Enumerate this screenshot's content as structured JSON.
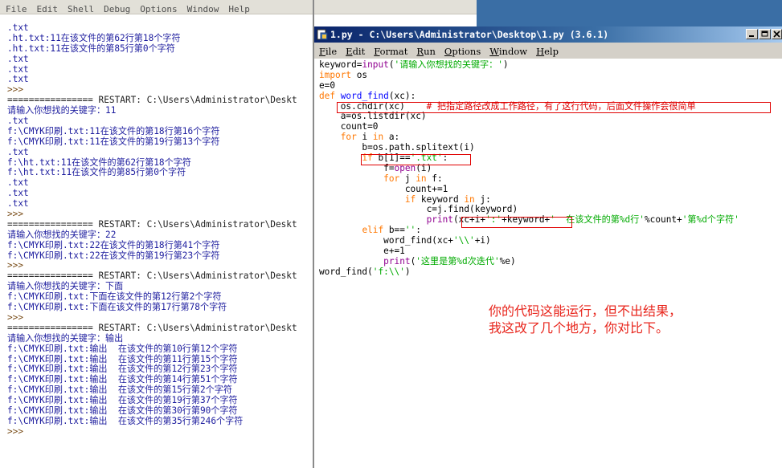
{
  "shell": {
    "menu": [
      "File",
      "Edit",
      "Shell",
      "Debug",
      "Options",
      "Window",
      "Help"
    ],
    "lines": [
      {
        "text": ".txt",
        "kind": "out"
      },
      {
        "text": ".ht.txt:11在该文件的第62行第18个字符",
        "kind": "out"
      },
      {
        "text": ".ht.txt:11在该文件的第85行第0个字符",
        "kind": "out"
      },
      {
        "text": ".txt",
        "kind": "out"
      },
      {
        "text": ".txt",
        "kind": "out"
      },
      {
        "text": ".txt",
        "kind": "out"
      },
      {
        "text": ">>>",
        "kind": "prompt"
      },
      {
        "text": "================ RESTART: C:\\Users\\Administrator\\Deskt",
        "kind": "restart"
      },
      {
        "text": "请输入你想找的关键字：11",
        "kind": "out"
      },
      {
        "text": ".txt",
        "kind": "out"
      },
      {
        "text": "f:\\CMYK印刷.txt:11在该文件的第18行第16个字符",
        "kind": "out"
      },
      {
        "text": "f:\\CMYK印刷.txt:11在该文件的第19行第13个字符",
        "kind": "out"
      },
      {
        "text": ".txt",
        "kind": "out"
      },
      {
        "text": "f:\\ht.txt:11在该文件的第62行第18个字符",
        "kind": "out"
      },
      {
        "text": "f:\\ht.txt:11在该文件的第85行第0个字符",
        "kind": "out"
      },
      {
        "text": ".txt",
        "kind": "out"
      },
      {
        "text": ".txt",
        "kind": "out"
      },
      {
        "text": ".txt",
        "kind": "out"
      },
      {
        "text": ">>>",
        "kind": "prompt"
      },
      {
        "text": "================ RESTART: C:\\Users\\Administrator\\Deskt",
        "kind": "restart"
      },
      {
        "text": "请输入你想找的关键字：22",
        "kind": "out"
      },
      {
        "text": "f:\\CMYK印刷.txt:22在该文件的第18行第41个字符",
        "kind": "out"
      },
      {
        "text": "f:\\CMYK印刷.txt:22在该文件的第19行第23个字符",
        "kind": "out"
      },
      {
        "text": ">>>",
        "kind": "prompt"
      },
      {
        "text": "================ RESTART: C:\\Users\\Administrator\\Deskt",
        "kind": "restart"
      },
      {
        "text": "请输入你想找的关键字：下面",
        "kind": "out"
      },
      {
        "text": "f:\\CMYK印刷.txt:下面在该文件的第12行第2个字符",
        "kind": "out"
      },
      {
        "text": "f:\\CMYK印刷.txt:下面在该文件的第17行第78个字符",
        "kind": "out"
      },
      {
        "text": ">>>",
        "kind": "prompt"
      },
      {
        "text": "================ RESTART: C:\\Users\\Administrator\\Deskt",
        "kind": "restart"
      },
      {
        "text": "请输入你想找的关键字：输出",
        "kind": "out"
      },
      {
        "text": "f:\\CMYK印刷.txt:输出  在该文件的第10行第12个字符",
        "kind": "out"
      },
      {
        "text": "f:\\CMYK印刷.txt:输出  在该文件的第11行第15个字符",
        "kind": "out"
      },
      {
        "text": "f:\\CMYK印刷.txt:输出  在该文件的第12行第23个字符",
        "kind": "out"
      },
      {
        "text": "f:\\CMYK印刷.txt:输出  在该文件的第14行第51个字符",
        "kind": "out"
      },
      {
        "text": "f:\\CMYK印刷.txt:输出  在该文件的第15行第2个字符",
        "kind": "out"
      },
      {
        "text": "f:\\CMYK印刷.txt:输出  在该文件的第19行第37个字符",
        "kind": "out"
      },
      {
        "text": "f:\\CMYK印刷.txt:输出  在该文件的第30行第90个字符",
        "kind": "out"
      },
      {
        "text": "f:\\CMYK印刷.txt:输出  在该文件的第35行第246个字符",
        "kind": "out"
      },
      {
        "text": ">>>",
        "kind": "prompt"
      }
    ]
  },
  "editor": {
    "title": "1.py - C:\\Users\\Administrator\\Desktop\\1.py (3.6.1)",
    "menu": [
      "File",
      "Edit",
      "Format",
      "Run",
      "Options",
      "Window",
      "Help"
    ],
    "code_lines": [
      [
        {
          "t": "keyword=",
          "c": ""
        },
        {
          "t": "input",
          "c": "bi"
        },
        {
          "t": "(",
          "c": ""
        },
        {
          "t": "'请输入你想找的关键字：'",
          "c": "st"
        },
        {
          "t": ")",
          "c": ""
        }
      ],
      [
        {
          "t": "import",
          "c": "kw"
        },
        {
          "t": " os",
          "c": ""
        }
      ],
      [
        {
          "t": "e=0",
          "c": ""
        }
      ],
      [
        {
          "t": "def",
          "c": "kw"
        },
        {
          "t": " ",
          "c": ""
        },
        {
          "t": "word_find",
          "c": "fn"
        },
        {
          "t": "(xc):",
          "c": ""
        }
      ],
      [
        {
          "t": "    os.chdir(xc)    ",
          "c": ""
        },
        {
          "t": "# 把指定路径改成工作路径，有了这行代码，后面文件操作会很简单",
          "c": "cm"
        }
      ],
      [
        {
          "t": "    a=os.listdir(xc)",
          "c": ""
        }
      ],
      [
        {
          "t": "    count=0",
          "c": ""
        }
      ],
      [
        {
          "t": "    ",
          "c": ""
        },
        {
          "t": "for",
          "c": "kw"
        },
        {
          "t": " i ",
          "c": ""
        },
        {
          "t": "in",
          "c": "kw"
        },
        {
          "t": " a:",
          "c": ""
        }
      ],
      [
        {
          "t": "        b=os.path.splitext(i)",
          "c": ""
        }
      ],
      [
        {
          "t": "        ",
          "c": ""
        },
        {
          "t": "if",
          "c": "kw"
        },
        {
          "t": " b[1]==",
          "c": ""
        },
        {
          "t": "'.txt'",
          "c": "st"
        },
        {
          "t": ":",
          "c": ""
        }
      ],
      [
        {
          "t": "            f=",
          "c": ""
        },
        {
          "t": "open",
          "c": "bi"
        },
        {
          "t": "(i)",
          "c": ""
        }
      ],
      [
        {
          "t": "            ",
          "c": ""
        },
        {
          "t": "for",
          "c": "kw"
        },
        {
          "t": " j ",
          "c": ""
        },
        {
          "t": "in",
          "c": "kw"
        },
        {
          "t": " f:",
          "c": ""
        }
      ],
      [
        {
          "t": "                count+=1",
          "c": ""
        }
      ],
      [
        {
          "t": "                ",
          "c": ""
        },
        {
          "t": "if",
          "c": "kw"
        },
        {
          "t": " keyword ",
          "c": ""
        },
        {
          "t": "in",
          "c": "kw"
        },
        {
          "t": " j:",
          "c": ""
        }
      ],
      [
        {
          "t": "                    c=j.find(keyword)",
          "c": ""
        }
      ],
      [
        {
          "t": "                    ",
          "c": ""
        },
        {
          "t": "print",
          "c": "bi"
        },
        {
          "t": "(xc+i+",
          "c": ""
        },
        {
          "t": "':'",
          "c": "st"
        },
        {
          "t": "+keyword+",
          "c": ""
        },
        {
          "t": "'  在该文件的第%d行'",
          "c": "st"
        },
        {
          "t": "%count+",
          "c": ""
        },
        {
          "t": "'第%d个字符'",
          "c": "st"
        }
      ],
      [
        {
          "t": "        ",
          "c": ""
        },
        {
          "t": "elif",
          "c": "kw"
        },
        {
          "t": " b==",
          "c": ""
        },
        {
          "t": "''",
          "c": "st"
        },
        {
          "t": ":",
          "c": ""
        }
      ],
      [
        {
          "t": "            word_find(xc+",
          "c": ""
        },
        {
          "t": "'\\\\'",
          "c": "st"
        },
        {
          "t": "+i)",
          "c": ""
        }
      ],
      [
        {
          "t": "            e+=1",
          "c": ""
        }
      ],
      [
        {
          "t": "            ",
          "c": ""
        },
        {
          "t": "print",
          "c": "bi"
        },
        {
          "t": "(",
          "c": ""
        },
        {
          "t": "'这里是第%d次迭代'",
          "c": "st"
        },
        {
          "t": "%e)",
          "c": ""
        }
      ],
      [
        {
          "t": "word_find(",
          "c": ""
        },
        {
          "t": "'f:\\\\'",
          "c": "st"
        },
        {
          "t": ")",
          "c": ""
        }
      ]
    ]
  },
  "annotation": {
    "line1": "你的代码这能运行，但不出结果，",
    "line2": "我这改了几个地方，你对比下。"
  },
  "colors": {
    "keyword": "#ff7700",
    "definition": "#0000ff",
    "string": "#00aa00",
    "builtin": "#900090",
    "comment": "#dd0000",
    "shell_output": "#1c1c9e",
    "highlight_box": "#e00000",
    "annotation": "#e8261d"
  }
}
